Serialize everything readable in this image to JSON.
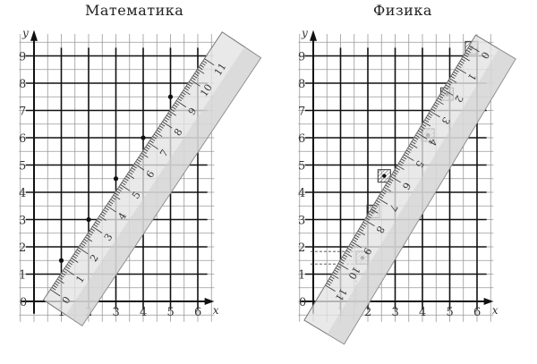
{
  "panels": [
    {
      "title": "Математика",
      "x_axis_label": "x",
      "y_axis_label": "y",
      "x_ticks": [
        "1",
        "2",
        "3",
        "4",
        "5",
        "6"
      ],
      "y_ticks": [
        "1",
        "2",
        "3",
        "4",
        "5",
        "6",
        "7",
        "8",
        "9"
      ],
      "origin_label": "0",
      "ruler_numbers": [
        "0",
        "1",
        "2",
        "3",
        "4",
        "5",
        "6",
        "7",
        "8",
        "9",
        "10",
        "11"
      ],
      "points": [
        [
          1,
          1.5
        ],
        [
          2,
          3
        ],
        [
          3,
          4.5
        ],
        [
          4,
          6
        ],
        [
          5,
          7.5
        ]
      ]
    },
    {
      "title": "Физика",
      "x_axis_label": "x",
      "y_axis_label": "y",
      "x_ticks": [
        "1",
        "2",
        "3",
        "4",
        "5",
        "6"
      ],
      "y_ticks": [
        "1",
        "2",
        "3",
        "4",
        "5",
        "6",
        "7",
        "8",
        "9"
      ],
      "origin_label": "0",
      "ruler_numbers": [
        "0",
        "1",
        "2",
        "3",
        "4",
        "5",
        "6",
        "7",
        "8",
        "9",
        "10",
        "11"
      ],
      "points": [
        [
          1.8,
          1.6
        ],
        [
          2.2,
          3.3
        ],
        [
          2.6,
          4.6
        ],
        [
          4.2,
          6.1
        ],
        [
          4.9,
          7.6
        ],
        [
          5.8,
          9.3
        ]
      ]
    }
  ]
}
